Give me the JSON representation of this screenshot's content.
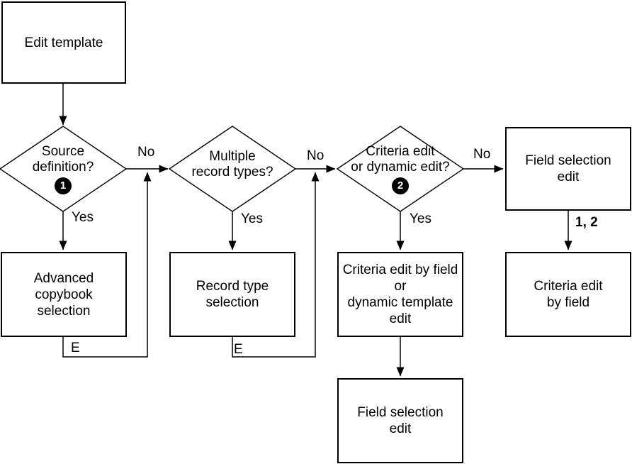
{
  "colors": {
    "line": "#000000",
    "background": "#ffffff",
    "badge_bg": "#000000",
    "badge_text": "#ffffff"
  },
  "nodes": {
    "edit_template": {
      "label": "Edit template"
    },
    "source_definition": {
      "label": "Source\ndefinition?",
      "badge": "1"
    },
    "multiple_record_types": {
      "label": "Multiple\nrecord types?"
    },
    "criteria_or_dynamic_edit": {
      "label": "Criteria edit\nor dynamic edit?",
      "badge": "2"
    },
    "field_selection_edit_top": {
      "label": "Field selection\nedit"
    },
    "advanced_copybook_selection": {
      "label": "Advanced\ncopybook\nselection"
    },
    "record_type_selection": {
      "label": "Record type\nselection"
    },
    "criteria_edit_or_dynamic_template_edit": {
      "label": "Criteria edit by field\nor\ndynamic template\nedit"
    },
    "criteria_edit_by_field": {
      "label": "Criteria edit\nby field"
    },
    "field_selection_edit_bottom": {
      "label": "Field selection\nedit"
    }
  },
  "edge_labels": {
    "no_source": "No",
    "no_multiple": "No",
    "no_criteria": "No",
    "yes_source": "Yes",
    "yes_multiple": "Yes",
    "yes_criteria": "Yes",
    "exit_advanced": "E",
    "exit_record": "E",
    "one_two": "1, 2"
  }
}
